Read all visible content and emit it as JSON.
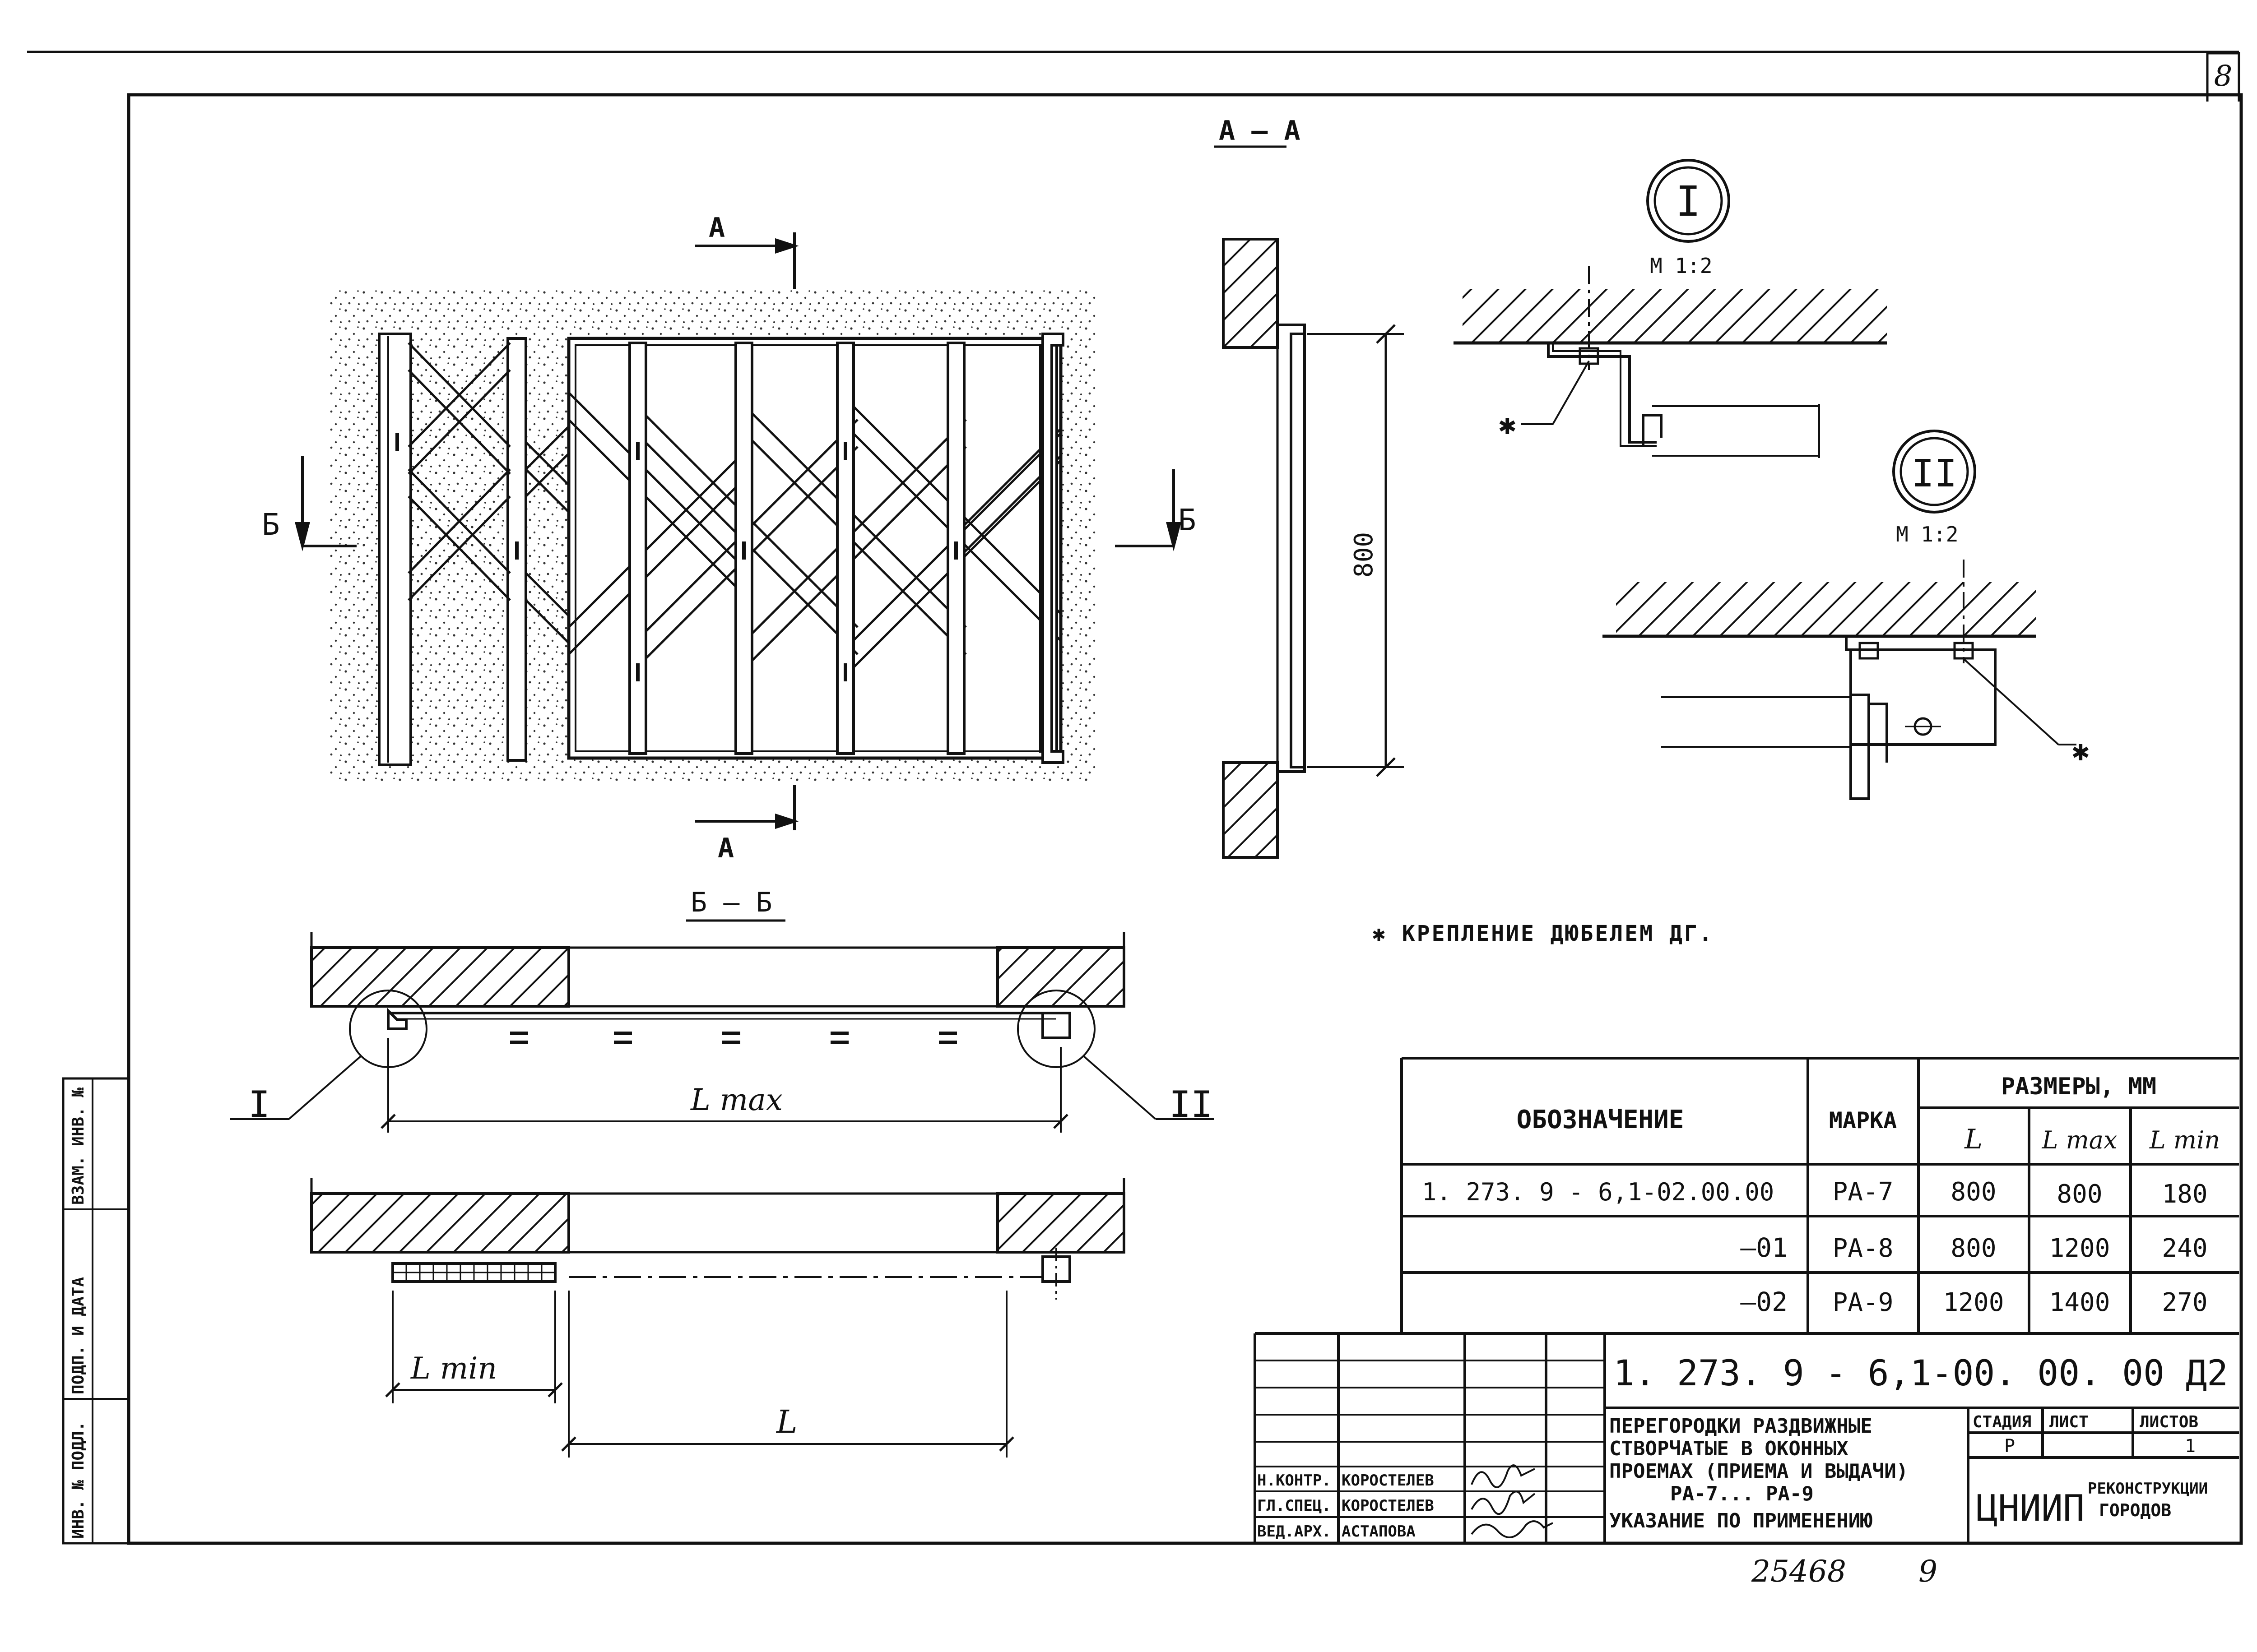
{
  "sheet": {
    "number": "8"
  },
  "views": {
    "aa_title": "А — А",
    "bb_title": "Б — Б",
    "cut_a": "А",
    "cut_b": "Б",
    "height_dim": "800",
    "l_max": "L max",
    "l_min": "L min",
    "l": "L"
  },
  "details": {
    "detail_1": {
      "roman": "I",
      "scale": "М 1:2"
    },
    "detail_2": {
      "roman": "II",
      "scale": "М 1:2"
    },
    "asterisk": "✱"
  },
  "note": "✱ КРЕПЛЕНИЕ ДЮБЕЛЕМ ДГ.",
  "spec_table": {
    "header_designation": "ОБОЗНАЧЕНИЕ",
    "header_mark": "МАРКА",
    "header_sizes": "РАЗМЕРЫ, ММ",
    "col_l": "L",
    "col_lmax": "L max",
    "col_lmin": "L min",
    "rows": [
      {
        "designation": "1. 273. 9 - 6,1-02.00.00",
        "mark": "РА-7",
        "l": "800",
        "lmax": "800",
        "lmin": "180"
      },
      {
        "designation": "—01",
        "mark": "РА-8",
        "l": "800",
        "lmax": "1200",
        "lmin": "240"
      },
      {
        "designation": "—02",
        "mark": "РА-9",
        "l": "1200",
        "lmax": "1400",
        "lmin": "270"
      }
    ]
  },
  "title_block": {
    "code": "1. 273. 9 - 6,1-00. 00. 00 Д2",
    "title_lines": [
      "ПЕРЕГОРОДКИ РАЗДВИЖНЫЕ",
      "СТВОРЧАТЫЕ В ОКОННЫХ",
      "ПРОЕМАХ (ПРИЕМА И ВЫДАЧИ)",
      "РА-7... РА-9",
      "УКАЗАНИЕ ПО ПРИМЕНЕНИЮ"
    ],
    "stage_label": "СТАДИЯ",
    "sheet_label": "ЛИСТ",
    "sheets_label": "ЛИСТОВ",
    "stage_value": "Р",
    "sheet_value": "",
    "sheets_value": "1",
    "org_logo": "ЦНИИП",
    "org_line1": "РЕКОНСТРУКЦИИ",
    "org_line2": "ГОРОДОВ",
    "signatures": [
      {
        "role": "Н.КОНТР.",
        "name": "КОРОСТЕЛЕВ"
      },
      {
        "role": "ГЛ.СПЕЦ.",
        "name": "КОРОСТЕЛЕВ"
      },
      {
        "role": "ВЕД.АРХ.",
        "name": "АСТАПОВА"
      }
    ]
  },
  "left_stamp": {
    "inv_no": "ИНВ. № ПОДЛ.",
    "sign_date": "ПОДП. И ДАТА",
    "replace_inv": "ВЗАМ. ИНВ. №"
  },
  "footer": {
    "inv": "25468",
    "format": "9"
  }
}
